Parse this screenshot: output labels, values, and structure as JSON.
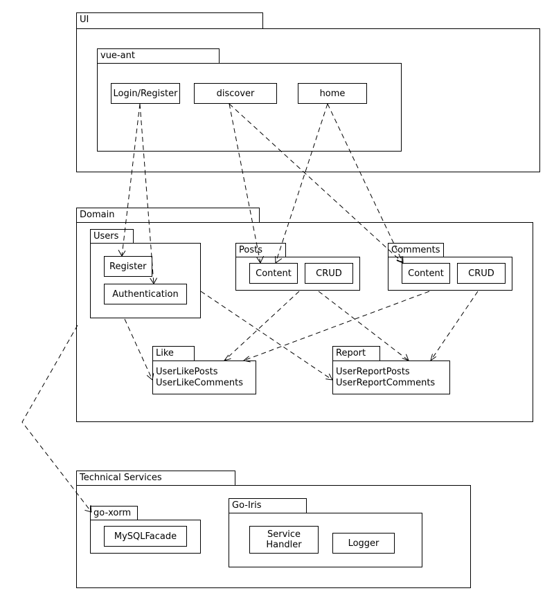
{
  "layers": {
    "ui": {
      "title": "UI"
    },
    "domain": {
      "title": "Domain"
    },
    "technical": {
      "title": "Technical Services"
    }
  },
  "packages": {
    "vue_ant": {
      "title": "vue-ant"
    },
    "users": {
      "title": "Users"
    },
    "posts": {
      "title": "Posts"
    },
    "comments": {
      "title": "Comments"
    },
    "like": {
      "title": "Like"
    },
    "report": {
      "title": "Report"
    },
    "go_xorm": {
      "title": "go-xorm"
    },
    "go_iris": {
      "title": "Go-Iris"
    }
  },
  "components": {
    "login_register": "Login/Register",
    "discover": "discover",
    "home": "home",
    "register": "Register",
    "authentication": "Authentication",
    "posts_content": "Content",
    "posts_crud": "CRUD",
    "comments_content": "Content",
    "comments_crud": "CRUD",
    "like_posts": "UserLikePosts",
    "like_comments": "UserLikeComments",
    "report_posts": "UserReportPosts",
    "report_comments": "UserReportComments",
    "mysql_facade": "MySQLFacade",
    "service_handler": "Service\nHandler",
    "logger": "Logger"
  }
}
